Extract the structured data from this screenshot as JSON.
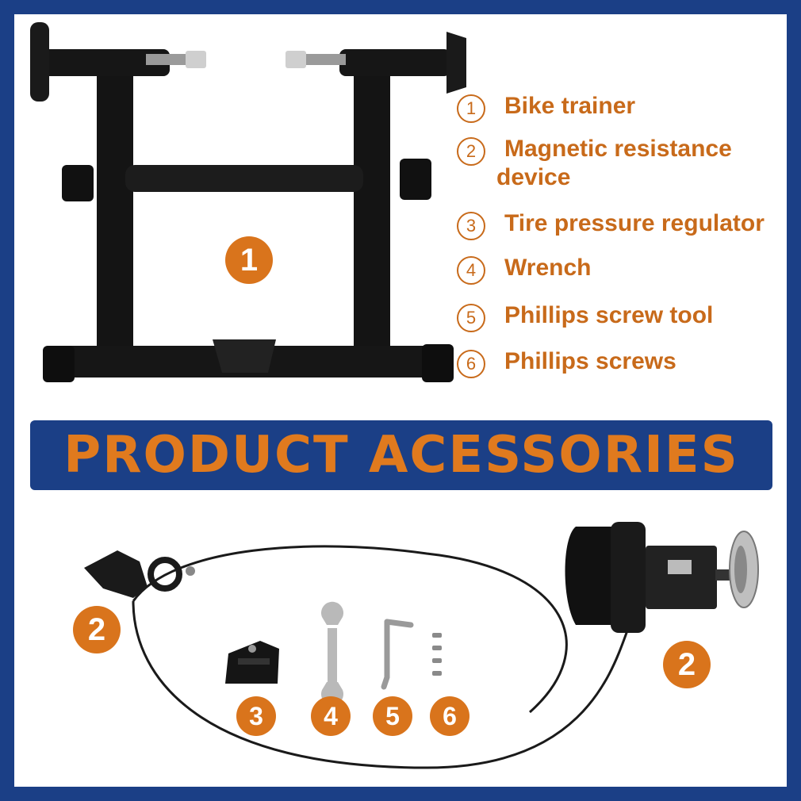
{
  "banner": {
    "title": "PRODUCT ACESSORIES"
  },
  "legend": [
    {
      "num": "1",
      "label_lines": [
        "Bike trainer"
      ]
    },
    {
      "num": "2",
      "label_lines": [
        "Magnetic resistance",
        "device"
      ]
    },
    {
      "num": "3",
      "label_lines": [
        "Tire pressure regulator"
      ]
    },
    {
      "num": "4",
      "label_lines": [
        "Wrench"
      ]
    },
    {
      "num": "5",
      "label_lines": [
        "Phillips screw tool"
      ]
    },
    {
      "num": "6",
      "label_lines": [
        "Phillips screws"
      ]
    }
  ],
  "badges": {
    "trainer": "1",
    "lever": "2",
    "resistance": "2",
    "regulator": "3",
    "wrench": "4",
    "screw_tool": "5",
    "screws": "6"
  },
  "colors": {
    "frame": "#1b3f86",
    "accent": "#d9741c",
    "banner_text": "#e07a1e",
    "product": "#111111"
  }
}
